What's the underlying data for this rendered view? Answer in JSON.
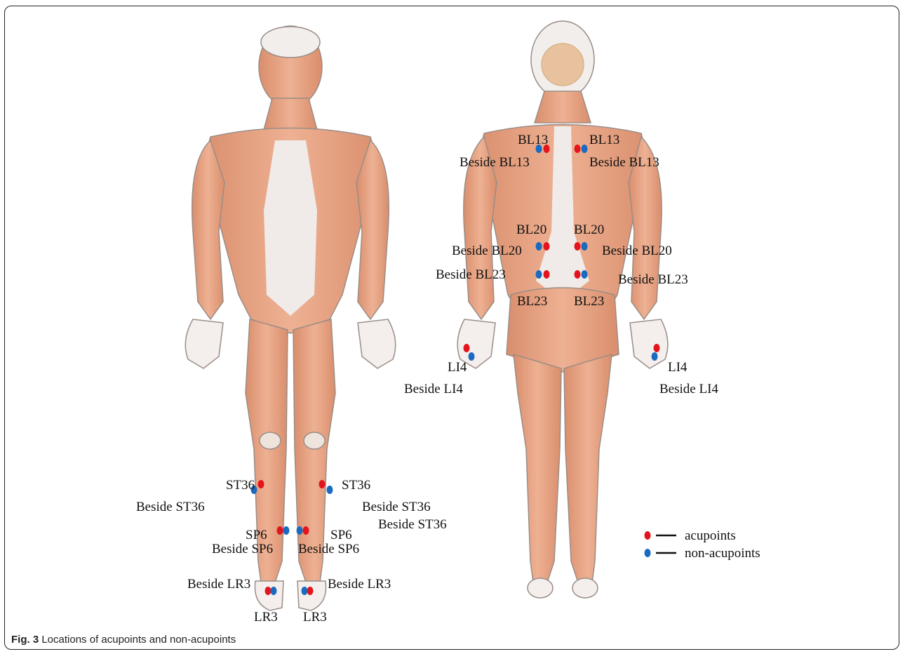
{
  "caption": {
    "prefix": "Fig. 3",
    "text": "Locations of acupoints and non-acupoints"
  },
  "colors": {
    "acupoint": "#e3141b",
    "non_acupoint": "#1a6ac0",
    "muscle": "#e8a585",
    "muscle_dark": "#c9805f",
    "tendon": "#efe9e6"
  },
  "legend": {
    "acupoints": "acupoints",
    "non_acupoints": "non-acupoints"
  },
  "front_labels": {
    "st36_r": "ST36",
    "beside_st36_r": "Beside ST36",
    "st36_l": "ST36",
    "beside_st36_l": "Beside ST36",
    "beside_st36_l2": "Beside ST36",
    "sp6_r": "SP6",
    "beside_sp6_r": "Beside SP6",
    "sp6_l": "SP6",
    "beside_sp6_l": "Beside SP6",
    "beside_lr3_r": "Beside LR3",
    "lr3_r": "LR3",
    "beside_lr3_l": "Beside LR3",
    "lr3_l": "LR3"
  },
  "back_labels": {
    "bl13_l": "BL13",
    "beside_bl13_l": "Beside BL13",
    "bl13_r": "BL13",
    "beside_bl13_r": "Beside BL13",
    "bl20_l": "BL20",
    "beside_bl20_l": "Beside BL20",
    "bl20_r": "BL20",
    "beside_bl20_r": "Beside BL20",
    "beside_bl23_l": "Beside BL23",
    "beside_bl23_r": "Beside BL23",
    "bl23_l": "BL23",
    "bl23_r": "BL23",
    "li4_l": "LI4",
    "beside_li4_l": "Beside LI4",
    "li4_r": "LI4",
    "beside_li4_r": "Beside LI4"
  }
}
